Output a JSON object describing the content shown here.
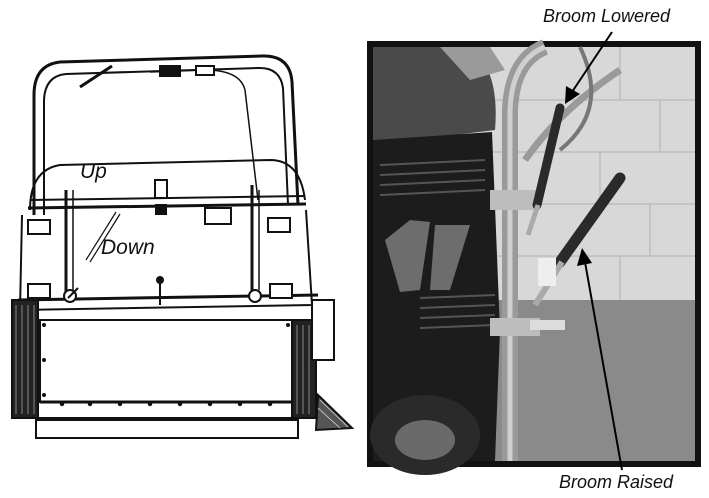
{
  "diagram": {
    "up_label": "Up",
    "down_label": "Down"
  },
  "photo": {
    "broom_lowered_label": "Broom Lowered",
    "broom_raised_label": "Broom Raised"
  }
}
